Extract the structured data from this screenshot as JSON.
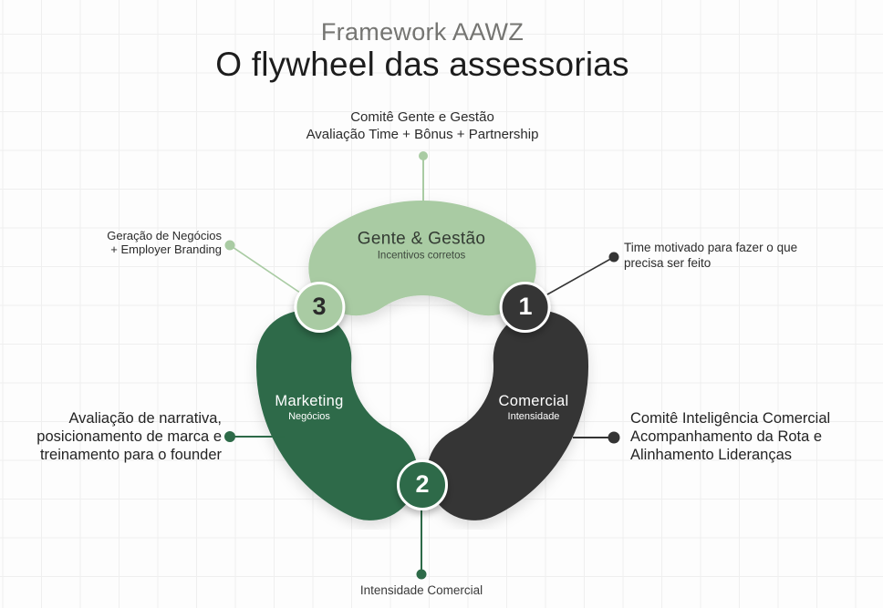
{
  "header": {
    "subtitle": "Framework AAWZ",
    "title": "O flywheel das assessorias"
  },
  "flywheel": {
    "segments": [
      {
        "name": "Gente & Gestão",
        "descriptor": "Incentivos corretos",
        "color": "#a9cba3"
      },
      {
        "name": "Comercial",
        "descriptor": "Intensidade",
        "color": "#343434"
      },
      {
        "name": "Marketing",
        "descriptor": "Negócios",
        "color": "#2d6a48"
      }
    ],
    "steps": [
      {
        "number": "1",
        "color": "#343434"
      },
      {
        "number": "2",
        "color": "#2d6a48"
      },
      {
        "number": "3",
        "color": "#a9cba3"
      }
    ]
  },
  "annotations": {
    "top": {
      "lines": [
        "Comitê Gente e Gestão",
        "Avaliação Time + Bônus + Partnership"
      ]
    },
    "left_top": {
      "lines": [
        "Geração de Negócios",
        "+ Employer Branding"
      ]
    },
    "right_top": {
      "lines": [
        "Time motivado para fazer o que",
        "precisa ser feito"
      ]
    },
    "left_mid": {
      "lines": [
        "Avaliação de narrativa,",
        "posicionamento de marca e",
        "treinamento para o founder"
      ]
    },
    "right_mid": {
      "lines": [
        "Comitê Inteligência Comercial",
        "Acompanhamento da Rota e",
        "Alinhamento Lideranças"
      ]
    },
    "bottom": {
      "lines": [
        "Intensidade Comercial"
      ]
    }
  },
  "colors": {
    "light_green": "#a9cba3",
    "dark_green": "#2d6a48",
    "charcoal": "#343434",
    "subtitle_gray": "#757572",
    "text_dark": "#2b2b2b",
    "background": "#fdfdfd",
    "grid_line": "#efefef"
  }
}
